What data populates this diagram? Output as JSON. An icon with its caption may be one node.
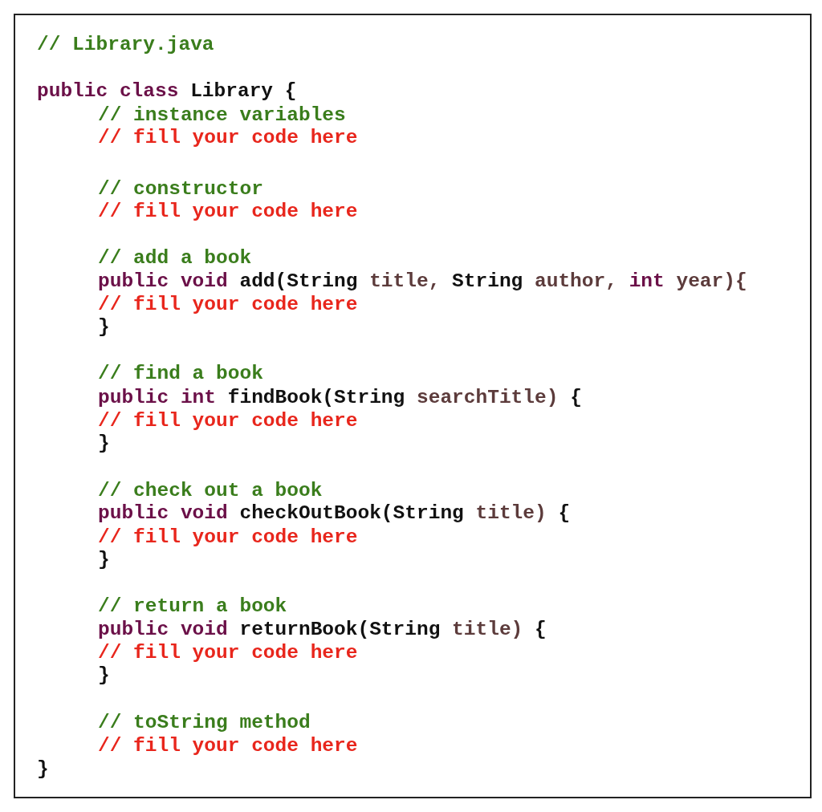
{
  "diagram": {
    "labels": [
      "// Library.java",
      "public class Library {",
      "// instance variables",
      "// fill your code here",
      "// constructor",
      "// fill your code here",
      "// add a book",
      "public void add(String title, String author, int year){",
      "// fill your code here",
      "}",
      "// find a book",
      "public int findBook(String searchTitle) {",
      "// fill your code here",
      "}",
      "// check out a book",
      "public void checkOutBook(String title) {",
      "// fill your code here",
      "}",
      "// return a book",
      "public void returnBook(String title) {",
      "// fill your code here",
      "}",
      "// toString method",
      "// fill your code here",
      "}"
    ]
  }
}
